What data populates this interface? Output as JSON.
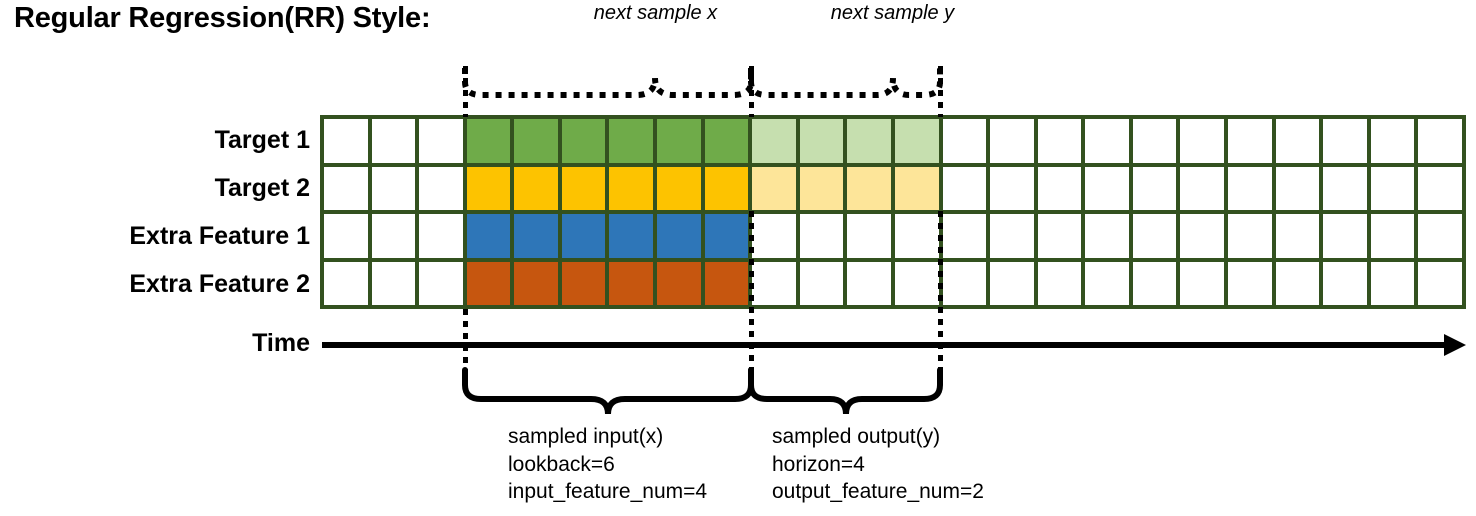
{
  "title": "Regular Regression(RR) Style:",
  "top_braces": [
    {
      "label": "next sample x"
    },
    {
      "label": "next sample y"
    }
  ],
  "rows": [
    {
      "label": "Target 1",
      "color": "#6fab49",
      "light_color": "#c6dfaf"
    },
    {
      "label": "Target 2",
      "color": "#fdc300",
      "light_color": "#fde599"
    },
    {
      "label": "Extra Feature 1",
      "color": "#2e76b8",
      "light_color": null
    },
    {
      "label": "Extra Feature 2",
      "color": "#c6560f",
      "light_color": null
    }
  ],
  "axis": {
    "label": "Time"
  },
  "grid": {
    "total_columns": 24,
    "leading_blank_columns": 3,
    "input_columns": 6,
    "output_columns": 4,
    "border_color": "#33511f",
    "empty_cell_color": "#ffffff"
  },
  "bottom_braces": [
    {
      "title": "sampled input(x)",
      "line2": "lookback=6",
      "line3": "input_feature_num=4"
    },
    {
      "title": "sampled output(y)",
      "line2": "horizon=4",
      "line3": "output_feature_num=2"
    }
  ],
  "captions": {
    "input": "sampled input(x)\nlookback=6\ninput_feature_num=4",
    "output": "sampled output(y)\nhorizon=4\noutput_feature_num=2"
  }
}
